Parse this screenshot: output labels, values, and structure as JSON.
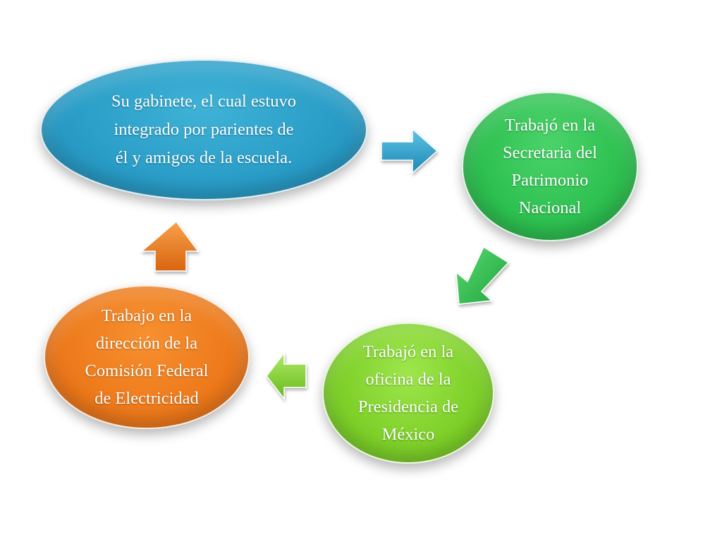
{
  "diagram": {
    "nodes": [
      {
        "id": "blue",
        "text": "Su gabinete, el cual estuvo\nintegrado por parientes de\nél y amigos de la escuela.",
        "color": "#2a9ec8"
      },
      {
        "id": "green",
        "text": "Trabajó en la\nSecretaria del\nPatrimonio\nNacional",
        "color": "#2fc152"
      },
      {
        "id": "lime",
        "text": "Trabajó en  la\noficina de la\nPresidencia de\nMéxico",
        "color": "#7fd12a"
      },
      {
        "id": "orange",
        "text": "Trabajo en la\ndirección de la\nComisión Federal\nde Electricidad",
        "color": "#ee7b1c"
      }
    ],
    "arrows": [
      {
        "id": "arrow-right",
        "from": "blue",
        "to": "green",
        "color": "#2a9ec8",
        "icon": "arrow-right-icon"
      },
      {
        "id": "arrow-down-left",
        "from": "green",
        "to": "lime",
        "color": "#2fc152",
        "icon": "arrow-down-left-icon"
      },
      {
        "id": "arrow-left",
        "from": "lime",
        "to": "orange",
        "color": "#7fd12a",
        "icon": "arrow-left-icon"
      },
      {
        "id": "arrow-up",
        "from": "orange",
        "to": "blue",
        "color": "#ee7b1c",
        "icon": "arrow-up-icon"
      }
    ]
  }
}
